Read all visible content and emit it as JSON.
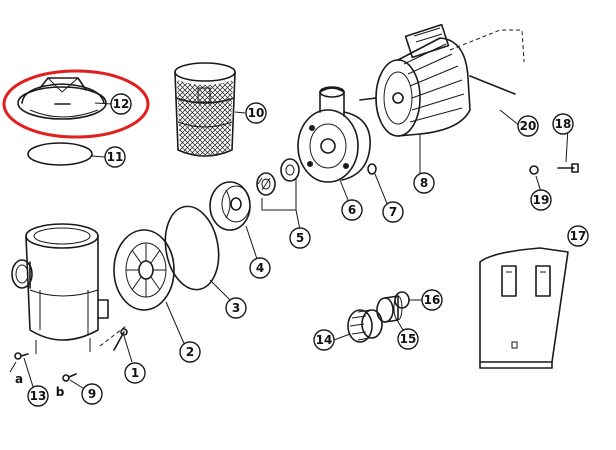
{
  "highlight": {
    "color": "#e0201e"
  },
  "callouts": {
    "c1": "1",
    "c2": "2",
    "c3": "3",
    "c4": "4",
    "c5": "5",
    "c6": "6",
    "c7": "7",
    "c8": "8",
    "c9": "9",
    "c10": "10",
    "c11": "11",
    "c12": "12",
    "c13": "13",
    "c14": "14",
    "c15": "15",
    "c16": "16",
    "c17": "17",
    "c18": "18",
    "c19": "19",
    "c20": "20"
  },
  "sublabels": {
    "a": "a",
    "b": "b"
  }
}
